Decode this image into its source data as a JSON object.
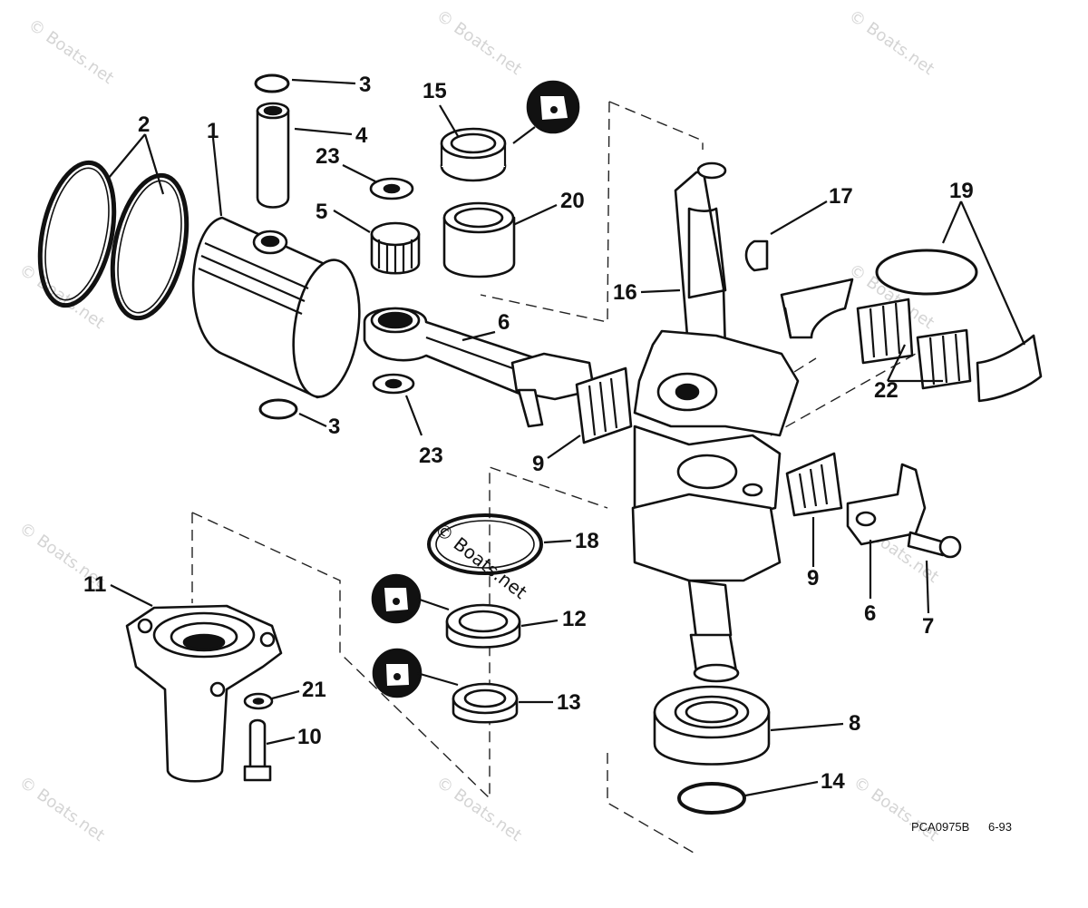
{
  "diagram": {
    "callouts": {
      "c1": "1",
      "c2": "2",
      "c3a": "3",
      "c3b": "3",
      "c4": "4",
      "c5": "5",
      "c6a": "6",
      "c6b": "6",
      "c7": "7",
      "c8": "8",
      "c9a": "9",
      "c9b": "9",
      "c10": "10",
      "c11": "11",
      "c12": "12",
      "c13": "13",
      "c14": "14",
      "c15": "15",
      "c16": "16",
      "c17": "17",
      "c18": "18",
      "c19": "19",
      "c20": "20",
      "c21": "21",
      "c22": "22",
      "c23a": "23",
      "c23b": "23"
    },
    "drawing_code": "PCA0975B",
    "drawing_date": "6-93",
    "watermark": "© Boats.net"
  }
}
